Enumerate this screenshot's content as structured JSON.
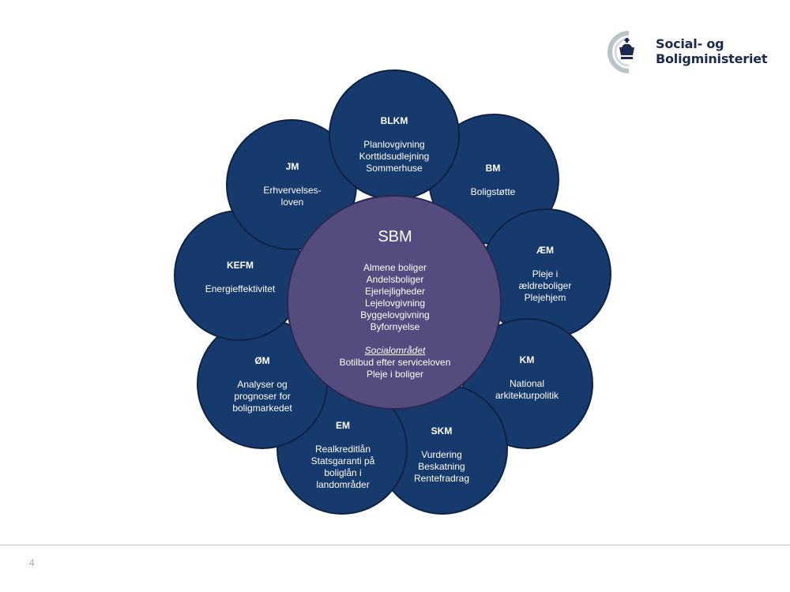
{
  "logo": {
    "line1": "Social- og",
    "line2": "Boligministeriet"
  },
  "center": {
    "title": "SBM",
    "items": [
      "Almene boliger",
      "Andelsboliger",
      "Ejerlejligheder",
      "Lejelovgivning",
      "Byggelovgivning",
      "Byfornyelse"
    ],
    "subheading": "Socialområdet",
    "sub_items": [
      "Botilbud efter serviceloven",
      "Pleje i boliger"
    ]
  },
  "petals": {
    "blkm": {
      "abbr": "BLKM",
      "lines": [
        "Planlovgivning",
        "Korttidsudlejning",
        "Sommerhuse"
      ]
    },
    "bm": {
      "abbr": "BM",
      "lines": [
        "Boligstøtte"
      ]
    },
    "aem": {
      "abbr": "ÆM",
      "lines": [
        "Pleje i",
        "ældreboliger",
        "Plejehjem"
      ]
    },
    "km": {
      "abbr": "KM",
      "lines": [
        "National",
        "arkitekturpolitik"
      ]
    },
    "skm": {
      "abbr": "SKM",
      "lines": [
        "Vurdering",
        "Beskatning",
        "Rentefradrag"
      ]
    },
    "em": {
      "abbr": "EM",
      "lines": [
        "Realkreditlån",
        "Statsgaranti på",
        "boliglån i",
        "landområder"
      ]
    },
    "oem": {
      "abbr": "ØM",
      "lines": [
        "Analyser og",
        "prognoser for",
        "boligmarkedet"
      ]
    },
    "kefm": {
      "abbr": "KEFM",
      "lines": [
        "Energieffektivitet"
      ]
    },
    "jm": {
      "abbr": "JM",
      "lines": [
        "Erhvervelses-",
        "loven"
      ]
    }
  },
  "page_number": "4",
  "colors": {
    "petal": "#163a6c",
    "center": "#544b7e",
    "logo_text": "#1b2a4e"
  }
}
